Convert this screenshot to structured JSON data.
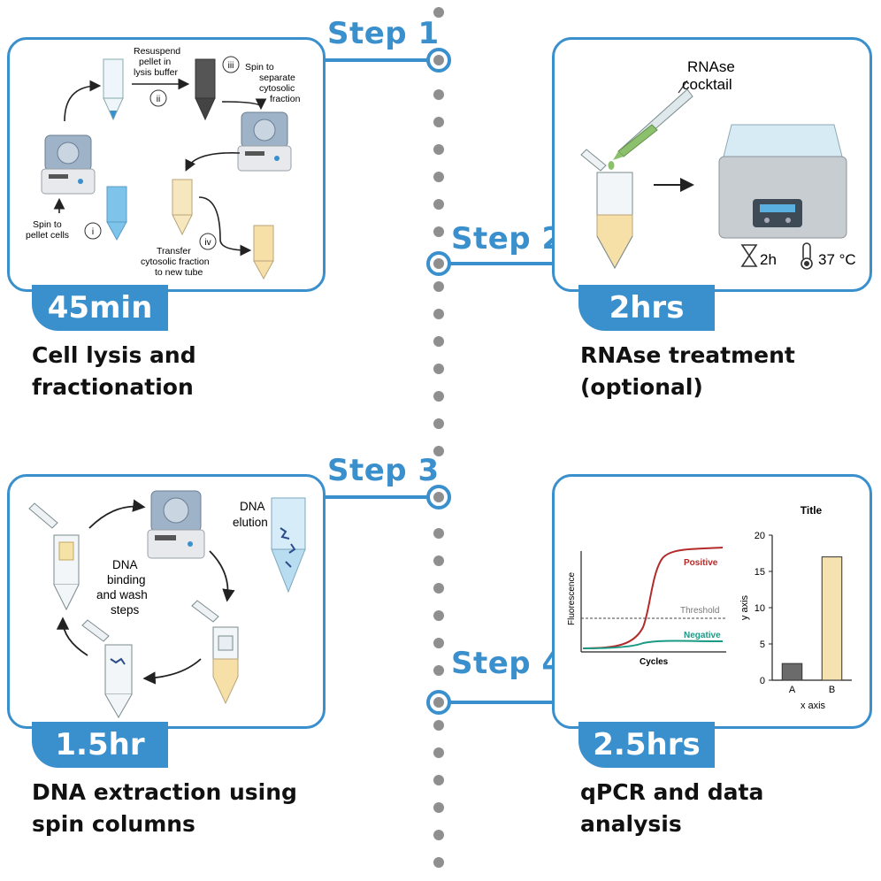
{
  "steps": [
    {
      "label": "Step 1",
      "duration": "45min",
      "caption_line1": "Cell lysis and",
      "caption_line2": "fractionation",
      "annotations": {
        "resuspend_1": "Resuspend",
        "resuspend_2": "pellet in",
        "resuspend_3": "lysis buffer",
        "spin_sep_1": "Spin to",
        "spin_sep_2": "separate",
        "spin_sep_3": "cytosolic",
        "spin_sep_4": "fraction",
        "spin_pellet_1": "Spin to",
        "spin_pellet_2": "pellet cells",
        "transfer_1": "Transfer",
        "transfer_2": "cytosolic fraction",
        "transfer_3": "to new tube",
        "roman_i": "i",
        "roman_ii": "ii",
        "roman_iii": "iii",
        "roman_iv": "iv"
      }
    },
    {
      "label": "Step 2",
      "duration": "2hrs",
      "caption_line1": "RNAse treatment",
      "caption_line2": "(optional)",
      "annotations": {
        "cocktail_1": "RNAse",
        "cocktail_2": "cocktail",
        "time": "2h",
        "temperature": "37 °C"
      }
    },
    {
      "label": "Step 3",
      "duration": "1.5hr",
      "caption_line1": "DNA extraction using",
      "caption_line2": "spin columns",
      "annotations": {
        "elution_1": "DNA",
        "elution_2": "elution",
        "binding_1": "DNA",
        "binding_2": "binding",
        "binding_3": "and wash",
        "binding_4": "steps"
      }
    },
    {
      "label": "Step 4",
      "duration": "2.5hrs",
      "caption_line1": "qPCR and data",
      "caption_line2": "analysis",
      "annotations": {
        "curve_positive": "Positive",
        "curve_threshold": "Threshold",
        "curve_negative": "Negative",
        "curve_ylabel": "Fluorescence",
        "curve_xlabel": "Cycles"
      }
    }
  ],
  "chart_data": {
    "type": "bar",
    "title": "Title",
    "xlabel": "x axis",
    "ylabel": "y axis",
    "categories": [
      "A",
      "B"
    ],
    "values": [
      2.3,
      17
    ],
    "ylim": [
      0,
      20
    ],
    "yticks": [
      "0",
      "5",
      "10",
      "15",
      "20"
    ],
    "colors": [
      "#6b6b6b",
      "#f5e2b0"
    ]
  },
  "colors": {
    "accent": "#3a8fcd",
    "timeline": "#8f8f8f",
    "positive": "#b22a2a",
    "negative": "#1a9a84"
  }
}
